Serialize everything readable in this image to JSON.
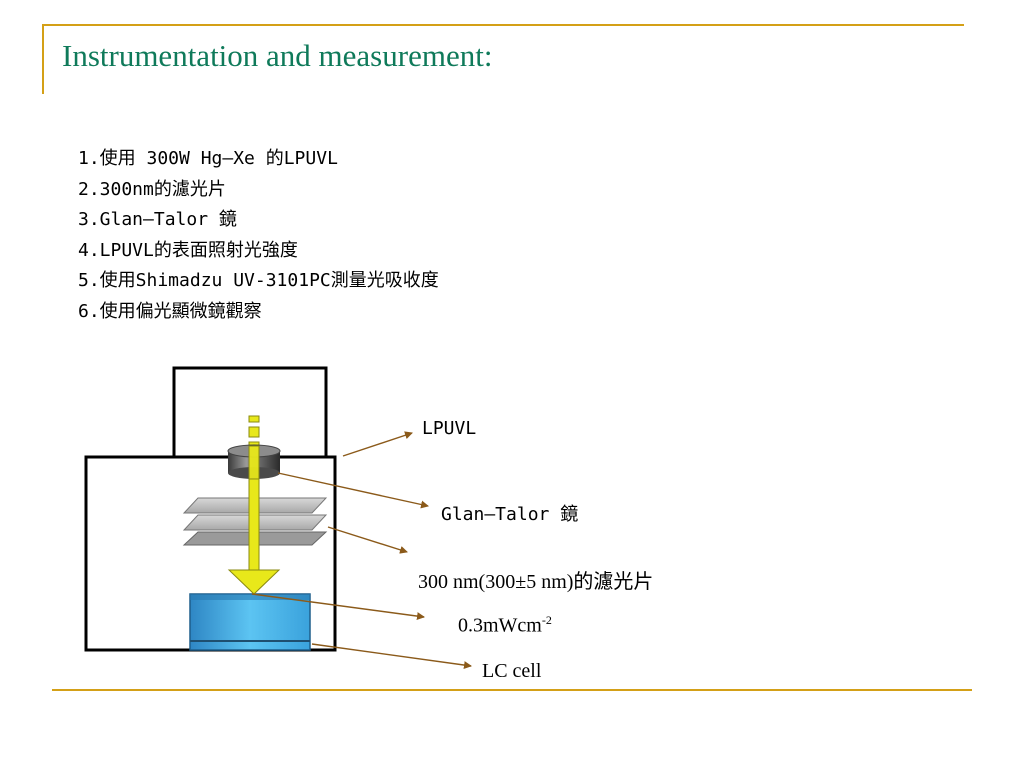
{
  "title": "Instrumentation and measurement:",
  "steps": [
    "1.使用 300W Hg–Xe 的LPUVL",
    "2.300nm的濾光片",
    "3.Glan–Talor 鏡",
    "4.LPUVL的表面照射光強度",
    "5.使用Shimadzu UV-3101PC測量光吸收度",
    "6.使用偏光顯微鏡觀察"
  ],
  "diagram": {
    "labels": {
      "lpuvl": "LPUVL",
      "polarizer": "Glan–Talor 鏡",
      "filter": "300 nm(300±5 nm)的濾光片",
      "intensity_base": "0.3mWcm",
      "intensity_exp": "-2",
      "lc_cell": "LC cell"
    },
    "colors": {
      "accent_rule": "#d4a017",
      "title": "#0f7a5a",
      "arrow_line": "#8b5a1a",
      "beam": "#e8e81a",
      "cell": "#4fb8e8"
    }
  }
}
